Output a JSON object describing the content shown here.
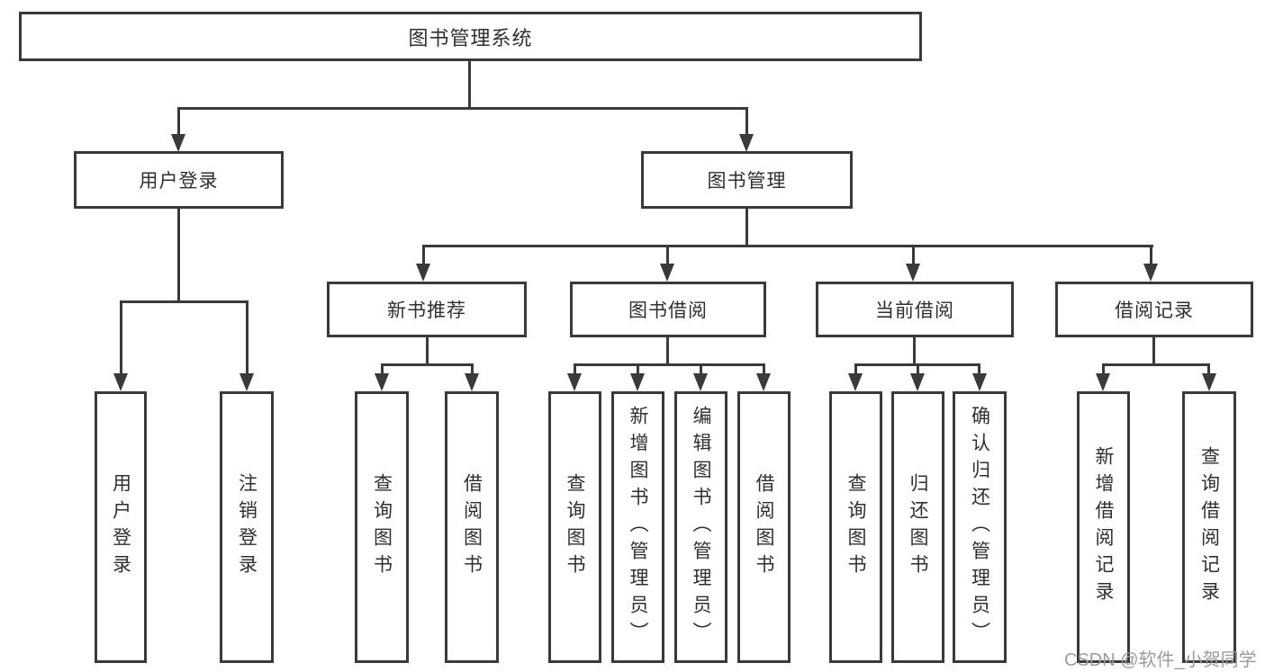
{
  "diagram": {
    "root": {
      "label": "图书管理系统"
    },
    "level2": [
      {
        "label": "用户登录"
      },
      {
        "label": "图书管理"
      }
    ],
    "level3": [
      {
        "label": "新书推荐"
      },
      {
        "label": "图书借阅"
      },
      {
        "label": "当前借阅"
      },
      {
        "label": "借阅记录"
      }
    ],
    "leaves": {
      "user_login": [
        "用户登录",
        "注销登录"
      ],
      "new_book": [
        "查询图书",
        "借阅图书"
      ],
      "book_borrow": [
        "查询图书",
        "新增图书（管理员）",
        "编辑图书（管理员）",
        "借阅图书"
      ],
      "current_borrow": [
        "查询图书",
        "归还图书",
        "确认归还（管理员）"
      ],
      "borrow_record": [
        "新增借阅记录",
        "查询借阅记录"
      ]
    },
    "watermark": "CSDN @软件_小贺同学",
    "colors": {
      "line": "#3a3a3a",
      "text": "#2f2f2f",
      "watermark": "#9b9b9b",
      "background": "#ffffff"
    }
  }
}
